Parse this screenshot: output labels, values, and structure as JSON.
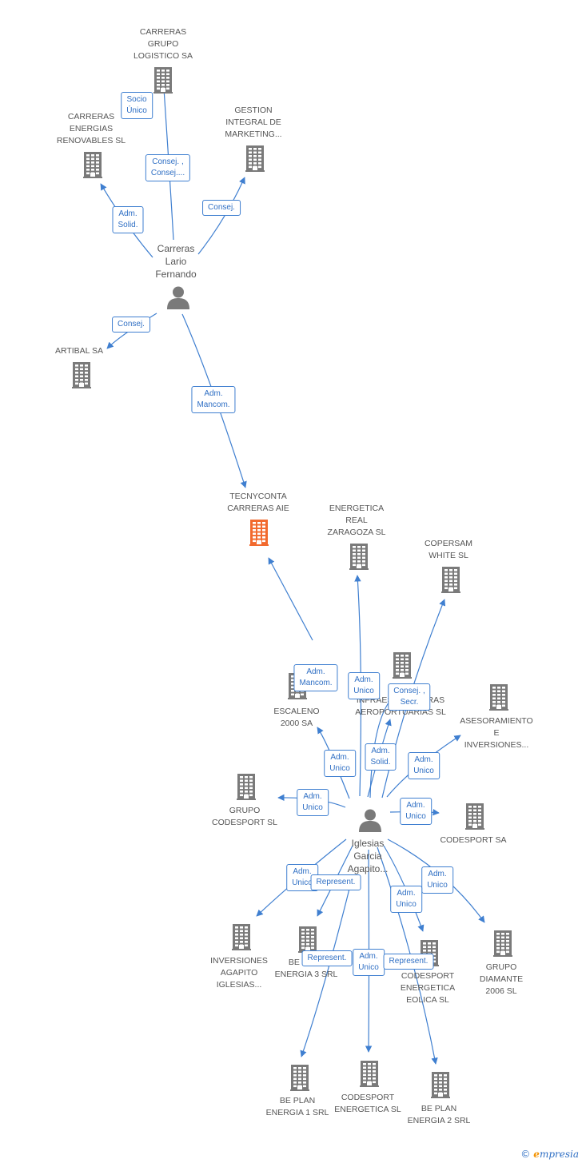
{
  "colors": {
    "edge": "#3f7fd0",
    "building": "#7a7a7a",
    "building_focus": "#f26a2e",
    "person": "#7a7a7a"
  },
  "nodes": [
    {
      "id": "carreras_grupo",
      "type": "company",
      "label": [
        "CARRERAS",
        "GRUPO",
        "LOGISTICO SA"
      ]
    },
    {
      "id": "carreras_energias",
      "type": "company",
      "label": [
        "CARRERAS",
        "ENERGIAS",
        "RENOVABLES SL"
      ]
    },
    {
      "id": "gestion_integral",
      "type": "company",
      "label": [
        "GESTION",
        "INTEGRAL DE",
        "MARKETING..."
      ]
    },
    {
      "id": "carreras_lario",
      "type": "person",
      "label": [
        "Carreras",
        "Lario",
        "Fernando"
      ]
    },
    {
      "id": "artibal",
      "type": "company",
      "label": [
        "ARTIBAL SA"
      ]
    },
    {
      "id": "tecnyconta",
      "type": "company_focus",
      "label": [
        "TECNYCONTA",
        "CARRERAS AIE"
      ]
    },
    {
      "id": "energetica_real",
      "type": "company",
      "label": [
        "ENERGETICA",
        "REAL",
        "ZARAGOZA SL"
      ]
    },
    {
      "id": "copersam",
      "type": "company",
      "label": [
        "COPERSAM",
        "WHITE SL"
      ]
    },
    {
      "id": "escaleno",
      "type": "company",
      "label": [
        "ESCALENO",
        "2000 SA"
      ]
    },
    {
      "id": "infraestructuras",
      "type": "company",
      "label": [
        "INFRAESTRUCTURAS",
        "AEROPORTUARIAS SL"
      ]
    },
    {
      "id": "asesoramiento",
      "type": "company",
      "label": [
        "ASESORAMIENTO",
        "E",
        "INVERSIONES..."
      ]
    },
    {
      "id": "grupo_codesport",
      "type": "company",
      "label": [
        "GRUPO",
        "CODESPORT SL"
      ]
    },
    {
      "id": "iglesias",
      "type": "person",
      "label": [
        "Iglesias",
        "Garcia",
        "Agapito..."
      ]
    },
    {
      "id": "codesport_sa",
      "type": "company",
      "label": [
        "CODESPORT SA"
      ]
    },
    {
      "id": "inversiones_agapito",
      "type": "company",
      "label": [
        "INVERSIONES",
        "AGAPITO",
        "IGLESIAS..."
      ]
    },
    {
      "id": "be_plan_3",
      "type": "company",
      "label": [
        "BE PLAN",
        "ENERGIA 3 SRL"
      ]
    },
    {
      "id": "codesport_eolica",
      "type": "company",
      "label": [
        "CODESPORT",
        "ENERGETICA",
        "EOLICA SL"
      ]
    },
    {
      "id": "grupo_diamante",
      "type": "company",
      "label": [
        "GRUPO",
        "DIAMANTE",
        "2006 SL"
      ]
    },
    {
      "id": "be_plan_1",
      "type": "company",
      "label": [
        "BE PLAN",
        "ENERGIA 1 SRL"
      ]
    },
    {
      "id": "codesport_energetica",
      "type": "company",
      "label": [
        "CODESPORT",
        "ENERGETICA SL"
      ]
    },
    {
      "id": "be_plan_2",
      "type": "company",
      "label": [
        "BE PLAN",
        "ENERGIA 2 SRL"
      ]
    }
  ],
  "relations": [
    {
      "id": "r1",
      "label": [
        "Socio",
        "Único"
      ]
    },
    {
      "id": "r2",
      "label": [
        "Consej. ,",
        "Consej...."
      ]
    },
    {
      "id": "r3",
      "label": [
        "Adm.",
        "Solid."
      ]
    },
    {
      "id": "r4",
      "label": [
        "Consej."
      ]
    },
    {
      "id": "r5",
      "label": [
        "Consej."
      ]
    },
    {
      "id": "r6",
      "label": [
        "Adm.",
        "Mancom."
      ]
    },
    {
      "id": "r7",
      "label": [
        "Adm.",
        "Mancom."
      ]
    },
    {
      "id": "r8",
      "label": [
        "Adm.",
        "Unico"
      ]
    },
    {
      "id": "r9",
      "label": [
        "Consej. ,",
        "Secr."
      ]
    },
    {
      "id": "r10",
      "label": [
        "Adm.",
        "Unico"
      ]
    },
    {
      "id": "r11",
      "label": [
        "Adm.",
        "Solid."
      ]
    },
    {
      "id": "r12",
      "label": [
        "Adm.",
        "Unico"
      ]
    },
    {
      "id": "r13",
      "label": [
        "Adm.",
        "Unico"
      ]
    },
    {
      "id": "r14",
      "label": [
        "Adm.",
        "Unico"
      ]
    },
    {
      "id": "r15",
      "label": [
        "Adm.",
        "Unico"
      ]
    },
    {
      "id": "r16",
      "label": [
        "Represent."
      ]
    },
    {
      "id": "r17",
      "label": [
        "Adm.",
        "Unico"
      ]
    },
    {
      "id": "r18",
      "label": [
        "Adm.",
        "Unico"
      ]
    },
    {
      "id": "r19",
      "label": [
        "Represent."
      ]
    },
    {
      "id": "r20",
      "label": [
        "Adm.",
        "Unico"
      ]
    },
    {
      "id": "r21",
      "label": [
        "Represent."
      ]
    }
  ],
  "footer": {
    "copyright": "©",
    "brand_first": "e",
    "brand_rest": "mpresia"
  }
}
